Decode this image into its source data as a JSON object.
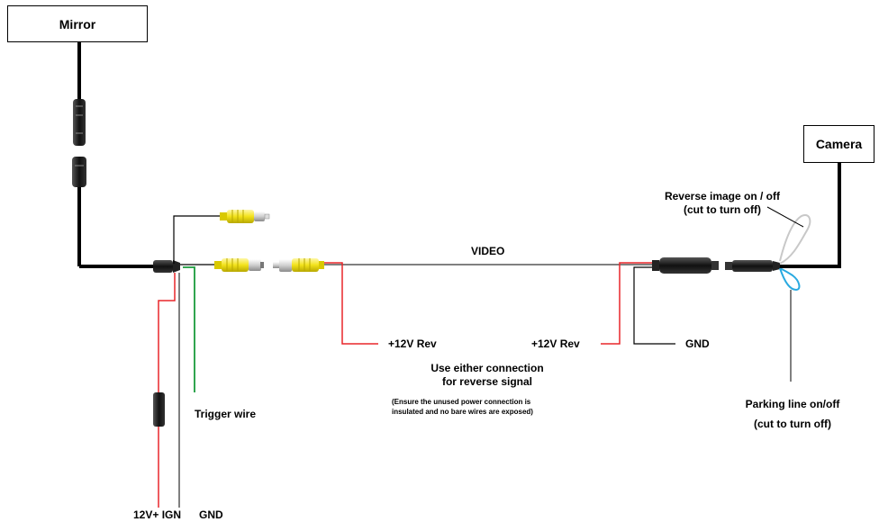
{
  "boxes": {
    "mirror": "Mirror",
    "camera": "Camera"
  },
  "labels": {
    "video": "VIDEO",
    "rev_left": "+12V Rev",
    "rev_right": "+12V Rev",
    "gnd_right": "GND",
    "reverse_image_line1": "Reverse image on / off",
    "reverse_image_line2": "(cut to turn off)",
    "either_line1": "Use either connection",
    "either_line2": "for reverse signal",
    "ensure_line1": "(Ensure the unused power connection is",
    "ensure_line2": "insulated and no bare wires are exposed)",
    "trigger_wire": "Trigger wire",
    "parking_line1": "Parking line on/off",
    "parking_line2": "(cut to turn off)",
    "ign": "12V+ IGN",
    "gnd_bottom": "GND"
  },
  "colors": {
    "power_wire": "#e8262a",
    "ground_wire": "#000000",
    "trigger_wire": "#1a9b3c",
    "rca_plug": "#f2e21a",
    "parking_loop": "#29a9e0",
    "reverse_loop": "#bdbdbd"
  }
}
